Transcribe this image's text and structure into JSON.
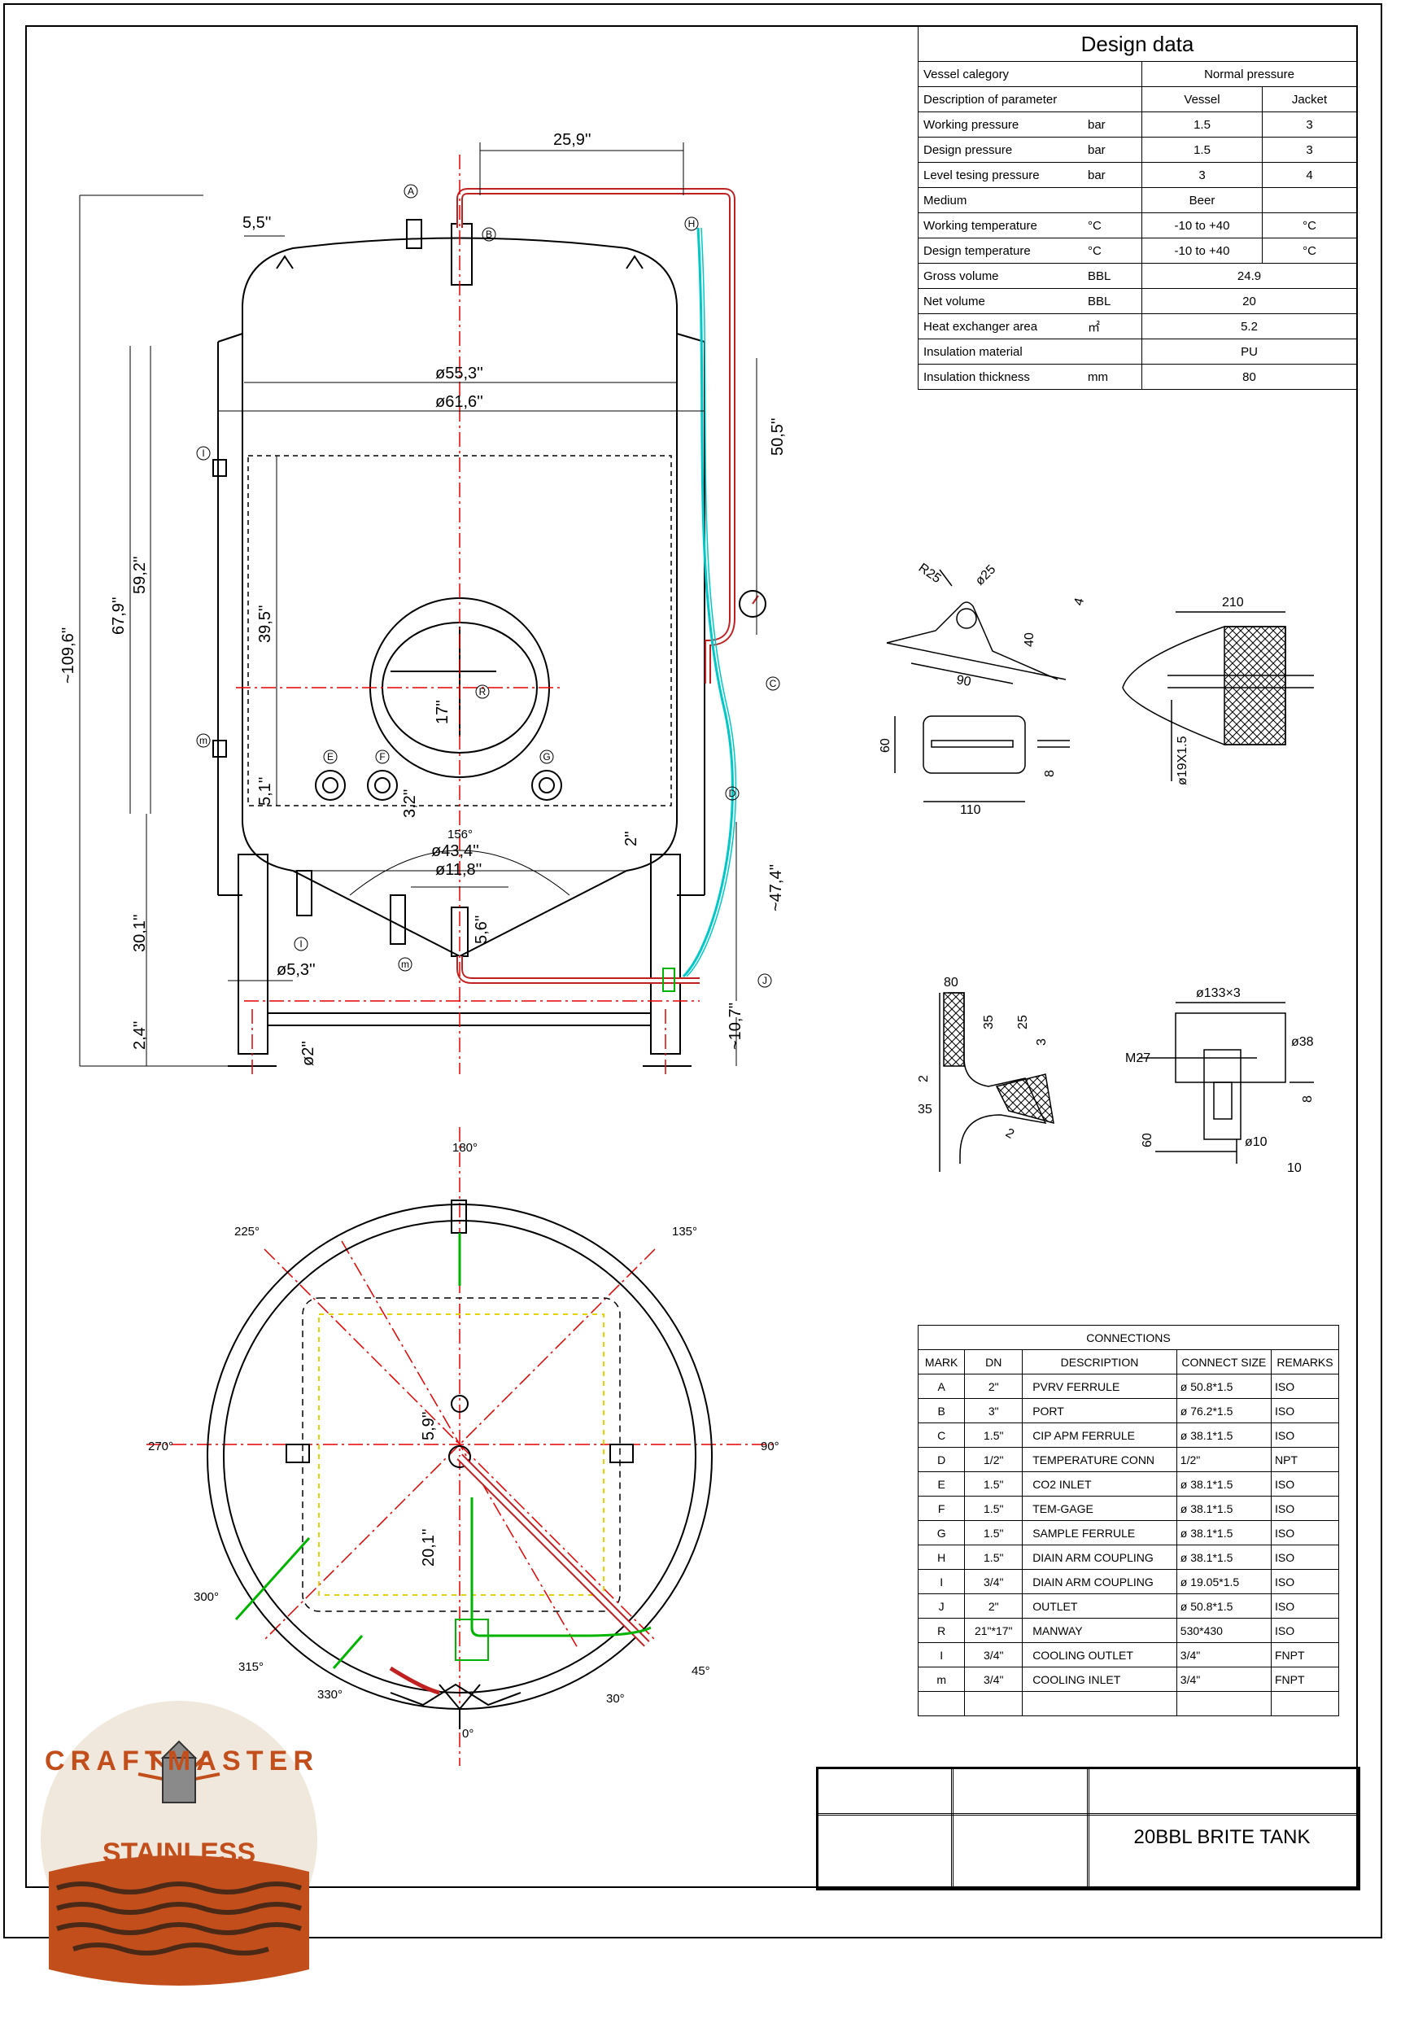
{
  "design_data": {
    "title": "Design data",
    "rows": [
      {
        "label": "Vessel calegory",
        "unit": "",
        "vessel": "Normal pressure",
        "jacket": "",
        "span": true
      },
      {
        "label": "Description of parameter",
        "unit": "",
        "vessel": "Vessel",
        "jacket": "Jacket"
      },
      {
        "label": "Working pressure",
        "unit": "bar",
        "vessel": "1.5",
        "jacket": "3"
      },
      {
        "label": "Design pressure",
        "unit": "bar",
        "vessel": "1.5",
        "jacket": "3"
      },
      {
        "label": "Level tesing pressure",
        "unit": "bar",
        "vessel": "3",
        "jacket": "4"
      },
      {
        "label": "Medium",
        "unit": "",
        "vessel": "Beer",
        "jacket": ""
      },
      {
        "label": "Working temperature",
        "unit": "°C",
        "vessel": "-10 to +40",
        "jacket": "°C"
      },
      {
        "label": "Design temperature",
        "unit": "°C",
        "vessel": "-10 to +40",
        "jacket": "°C"
      },
      {
        "label": "Gross volume",
        "unit": "BBL",
        "vessel": "24.9",
        "jacket": "",
        "span": true
      },
      {
        "label": "Net volume",
        "unit": "BBL",
        "vessel": "20",
        "jacket": "",
        "span": true
      },
      {
        "label": "Heat exchanger area",
        "unit": "㎡",
        "vessel": "5.2",
        "jacket": "",
        "span": true
      },
      {
        "label": "Insulation material",
        "unit": "",
        "vessel": "PU",
        "jacket": "",
        "span": true
      },
      {
        "label": "Insulation thickness",
        "unit": "mm",
        "vessel": "80",
        "jacket": "",
        "span": true
      }
    ]
  },
  "connections": {
    "title": "CONNECTIONS",
    "headers": [
      "MARK",
      "DN",
      "DESCRIPTION",
      "CONNECT SIZE",
      "REMARKS"
    ],
    "rows": [
      [
        "A",
        "2\"",
        "PVRV FERRULE",
        "ø 50.8*1.5",
        "ISO"
      ],
      [
        "B",
        "3\"",
        "PORT",
        "ø 76.2*1.5",
        "ISO"
      ],
      [
        "C",
        "1.5\"",
        "CIP APM FERRULE",
        "ø 38.1*1.5",
        "ISO"
      ],
      [
        "D",
        "1/2\"",
        "TEMPERATURE CONN",
        "1/2\"",
        "NPT"
      ],
      [
        "E",
        "1.5\"",
        "CO2 INLET",
        "ø 38.1*1.5",
        "ISO"
      ],
      [
        "F",
        "1.5\"",
        "TEM-GAGE",
        "ø 38.1*1.5",
        "ISO"
      ],
      [
        "G",
        "1.5\"",
        "SAMPLE FERRULE",
        "ø 38.1*1.5",
        "ISO"
      ],
      [
        "H",
        "1.5\"",
        "DIAIN ARM COUPLING",
        "ø 38.1*1.5",
        "ISO"
      ],
      [
        "I",
        "3/4\"",
        "DIAIN ARM COUPLING",
        "ø 19.05*1.5",
        "ISO"
      ],
      [
        "J",
        "2\"",
        "OUTLET",
        "ø 50.8*1.5",
        "ISO"
      ],
      [
        "R",
        "21\"*17\"",
        "MANWAY",
        "530*430",
        "ISO"
      ],
      [
        "I",
        "3/4\"",
        "COOLING OUTLET",
        "3/4\"",
        "FNPT"
      ],
      [
        "m",
        "3/4\"",
        "COOLING INLET",
        "3/4\"",
        "FNPT"
      ],
      [
        "",
        "",
        "",
        "",
        ""
      ]
    ]
  },
  "title_block": {
    "name": "20BBL BRITE TANK"
  },
  "logo": {
    "top_text": "CRAFTMASTER",
    "bottom_text": "STAINLESS"
  },
  "elevation_dims": {
    "top_width": "25,9''",
    "left_offset": "5,5''",
    "inner_dia": "ø55,3''",
    "outer_dia": "ø61,6''",
    "pipe_height": "50,5''",
    "overall_height": "~109,6''",
    "shell_height": "67,9''",
    "jacket_height": "59,2''",
    "manway_height": "39,5''",
    "manway_dim": "17''",
    "port_height": "5,1''",
    "port_offset": "3,2''",
    "d_offset": "2''",
    "cone_angle": "156°",
    "cone_dia1": "ø43,4''",
    "cone_dia2": "ø11,8''",
    "outlet_drop": "5,6''",
    "leg_height": "30,1''",
    "leg_offset": "ø5,3''",
    "foot_height": "2,4''",
    "foot_dia": "ø2''",
    "pipe_run": "~47,4''",
    "bottom_clear": "~10,7''"
  },
  "plan_dims": {
    "angles": [
      "180°",
      "135°",
      "225°",
      "90°",
      "270°",
      "300°",
      "315°",
      "330°",
      "0°",
      "30°",
      "45°"
    ],
    "radius1": "5,9''",
    "radius2": "20,1''"
  },
  "detail_dims": {
    "lug": [
      "R25",
      "ø25",
      "4",
      "40",
      "90"
    ],
    "plate": [
      "60",
      "110",
      "8"
    ],
    "insul": [
      "210",
      "ø19X1.5"
    ],
    "rim": [
      "80",
      "35",
      "25",
      "3",
      "2",
      "35",
      "2"
    ],
    "foot": [
      "ø133×3",
      "ø38",
      "M27",
      "8",
      "60",
      "ø10",
      "10"
    ]
  },
  "colors": {
    "center": "#e60000",
    "water": "#00c8c8",
    "green": "#00b400",
    "pipe": "#c02020",
    "yellow": "#e6d400"
  }
}
